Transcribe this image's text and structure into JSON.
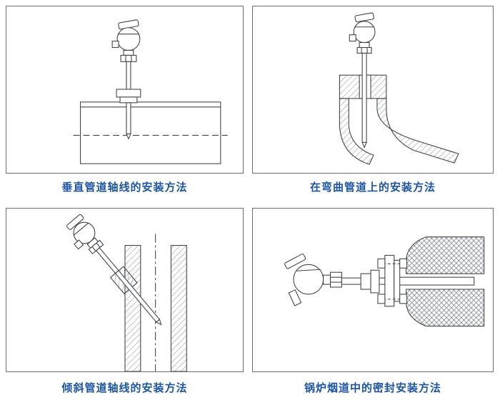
{
  "page": {
    "background": "#ffffff",
    "caption_color": "#1b55a8",
    "line_color": "#42464c",
    "panel_border_color": "#6a6f76"
  },
  "panels": [
    {
      "id": "vertical-pipe-axis",
      "caption": "垂直管道轴线的安装方法"
    },
    {
      "id": "curved-pipe",
      "caption": "在弯曲管道上的安装方法"
    },
    {
      "id": "inclined-pipe-axis",
      "caption": "倾斜管道轴线的安装方法"
    },
    {
      "id": "boiler-flue-sealed",
      "caption": "锅炉烟道中的密封安装方法"
    }
  ]
}
